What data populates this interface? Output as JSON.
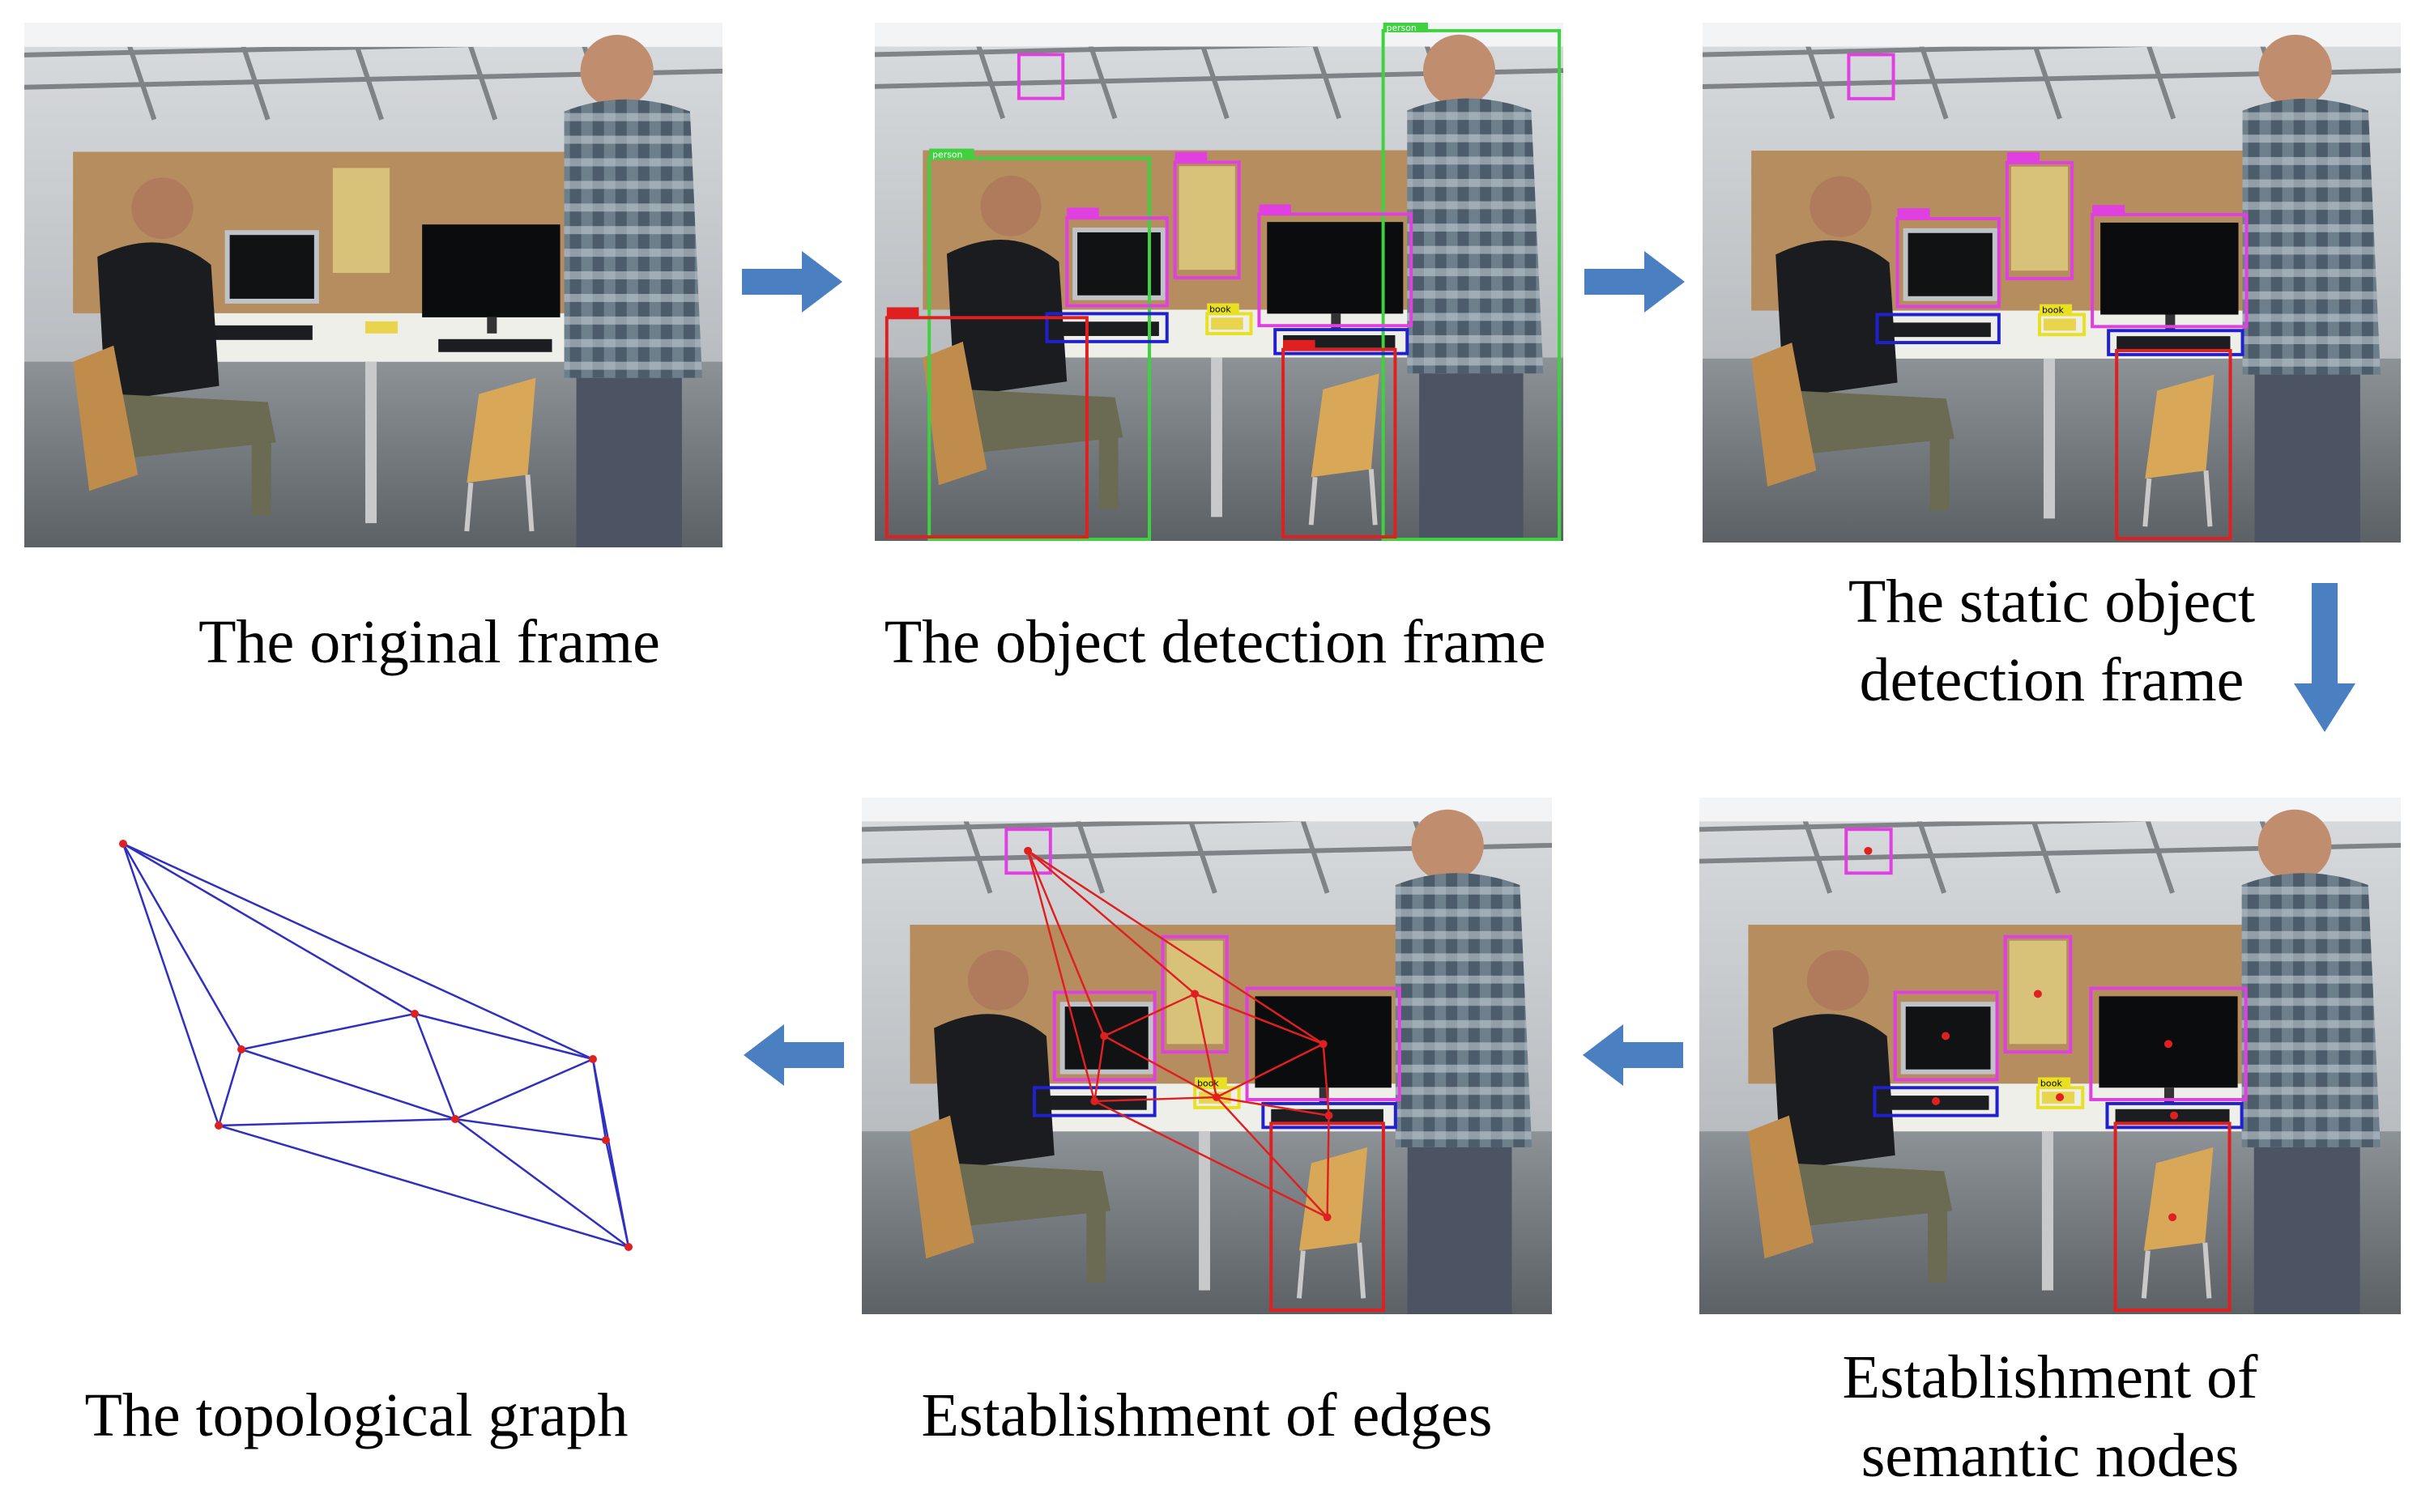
{
  "captions": {
    "original": "The original frame",
    "detection": "The object detection frame",
    "static_line1": "The static object",
    "static_line2": "detection frame",
    "graph": "The topological graph",
    "edges": "Establishment of edges",
    "nodes_line1": "Establishment of",
    "nodes_line2": "semantic nodes"
  },
  "labels": {
    "person": "person",
    "book": "book"
  },
  "colors": {
    "arrow": "#4a7fc1",
    "person_box": "#3fd13f",
    "monitor_box": "#e040e0",
    "keyboard_box": "#2020d0",
    "book_box": "#e8e020",
    "chair_box": "#e02020",
    "graph_edge": "#3030c0",
    "graph_node": "#e02020"
  },
  "icons": [
    "right-arrow-icon",
    "down-arrow-icon",
    "left-arrow-icon"
  ]
}
